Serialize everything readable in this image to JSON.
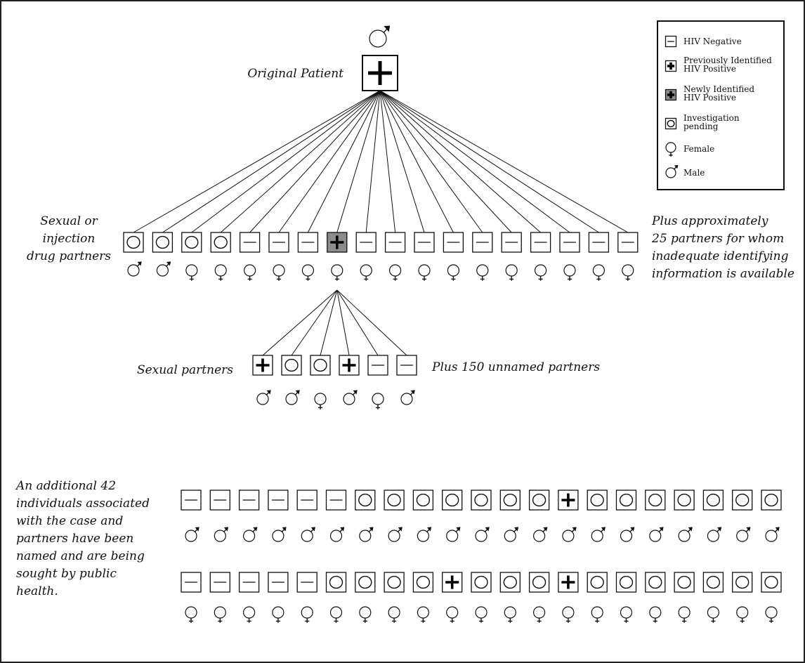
{
  "legend": {
    "items": [
      {
        "kind": "negative",
        "label": "HIV Negative"
      },
      {
        "kind": "prev_positive",
        "label": "Previously Identified HIV Positive"
      },
      {
        "kind": "new_positive",
        "label": "Newly Identified HIV Positive"
      },
      {
        "kind": "pending",
        "label": "Investigation pending"
      },
      {
        "kind": "female",
        "label": "Female"
      },
      {
        "kind": "male",
        "label": "Male"
      }
    ]
  },
  "original_patient": {
    "label": "Original Patient",
    "status": "prev_positive",
    "sex": "male"
  },
  "level1": {
    "label_lines": [
      "Sexual or",
      "injection",
      "drug partners"
    ],
    "note_lines": [
      "Plus approximately",
      "25 partners for whom",
      "inadequate identifying",
      "information is available"
    ],
    "nodes": [
      {
        "status": "pending",
        "sex": "male"
      },
      {
        "status": "pending",
        "sex": "male"
      },
      {
        "status": "pending",
        "sex": "female"
      },
      {
        "status": "pending",
        "sex": "female"
      },
      {
        "status": "negative",
        "sex": "female"
      },
      {
        "status": "negative",
        "sex": "female"
      },
      {
        "status": "negative",
        "sex": "female"
      },
      {
        "status": "new_positive",
        "sex": "female"
      },
      {
        "status": "negative",
        "sex": "female"
      },
      {
        "status": "negative",
        "sex": "female"
      },
      {
        "status": "negative",
        "sex": "female"
      },
      {
        "status": "negative",
        "sex": "female"
      },
      {
        "status": "negative",
        "sex": "female"
      },
      {
        "status": "negative",
        "sex": "female"
      },
      {
        "status": "negative",
        "sex": "female"
      },
      {
        "status": "negative",
        "sex": "female"
      },
      {
        "status": "negative",
        "sex": "female"
      },
      {
        "status": "negative",
        "sex": "female"
      }
    ]
  },
  "level2": {
    "label": "Sexual partners",
    "note": "Plus 150 unnamed partners",
    "nodes": [
      {
        "status": "prev_positive",
        "sex": "male"
      },
      {
        "status": "pending",
        "sex": "male"
      },
      {
        "status": "pending",
        "sex": "female"
      },
      {
        "status": "prev_positive",
        "sex": "male"
      },
      {
        "status": "negative",
        "sex": "female"
      },
      {
        "status": "negative",
        "sex": "male"
      }
    ]
  },
  "additional": {
    "label_lines": [
      "An additional 42",
      "individuals associated",
      "with the case and",
      "partners have been",
      "named and are being",
      "sought by public",
      "health."
    ],
    "row1": {
      "sex": "male",
      "statuses": [
        "negative",
        "negative",
        "negative",
        "negative",
        "negative",
        "negative",
        "pending",
        "pending",
        "pending",
        "pending",
        "pending",
        "pending",
        "pending",
        "prev_positive",
        "pending",
        "pending",
        "pending",
        "pending",
        "pending",
        "pending",
        "pending"
      ]
    },
    "row2": {
      "sex": "female",
      "statuses": [
        "negative",
        "negative",
        "negative",
        "negative",
        "negative",
        "pending",
        "pending",
        "pending",
        "pending",
        "prev_positive",
        "pending",
        "pending",
        "pending",
        "prev_positive",
        "pending",
        "pending",
        "pending",
        "pending",
        "pending",
        "pending",
        "pending"
      ]
    }
  }
}
